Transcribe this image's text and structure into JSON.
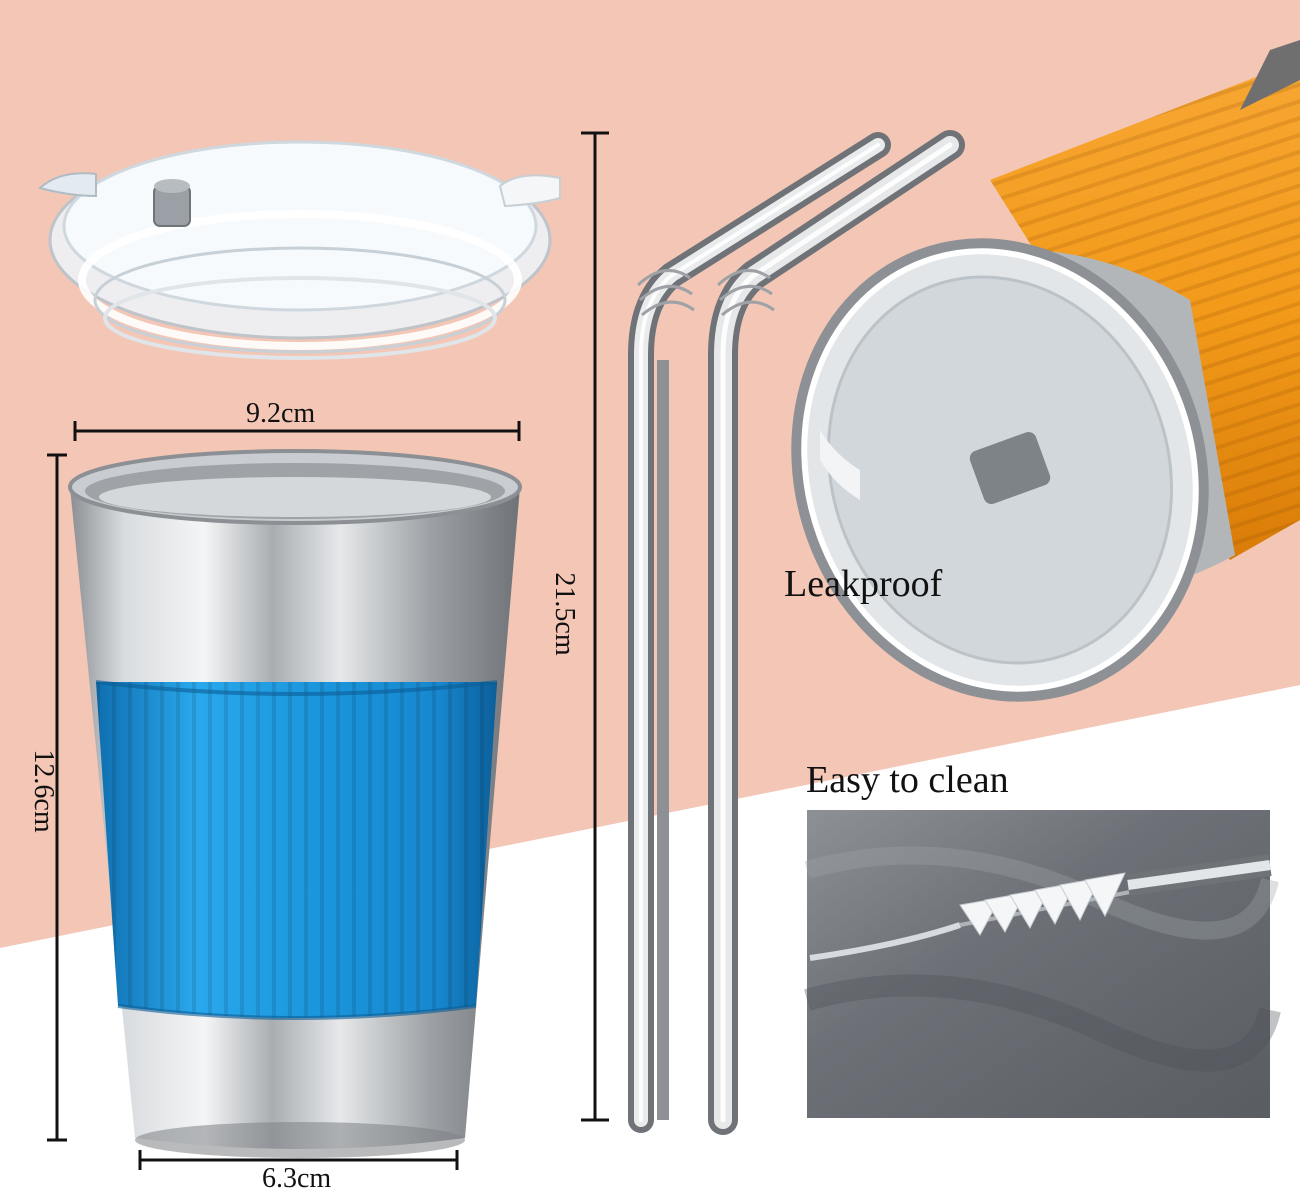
{
  "dimensions": {
    "lid_width": "9.2cm",
    "cup_height": "12.6cm",
    "straw_length": "21.5cm",
    "cup_base_width": "6.3cm"
  },
  "features": {
    "leakproof": "Leakproof",
    "easy_clean": "Easy to clean"
  },
  "colors": {
    "background_pink": "#f3c6b5",
    "sleeve_blue": "#1ea0e6",
    "sleeve_orange": "#f39a1a",
    "steel": "#c8ccd0"
  }
}
